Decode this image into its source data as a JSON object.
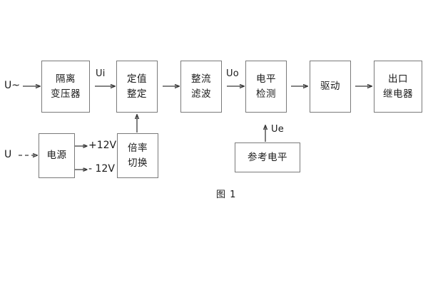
{
  "figure": {
    "caption": "图 1",
    "stroke_color": "#7a7a7a",
    "wire_color": "#3a3a3a",
    "background": "#ffffff"
  },
  "terminals": {
    "ac_input": "U~",
    "dc_input": "U"
  },
  "blocks": {
    "isolation_transformer": {
      "line1": "隔离",
      "line2": "变压器"
    },
    "setting_value": {
      "line1": "定值",
      "line2": "整定"
    },
    "rectify_filter": {
      "line1": "整流",
      "line2": "滤波"
    },
    "level_detect": {
      "line1": "电平",
      "line2": "检测"
    },
    "drive": {
      "line1": "驱动",
      "line2": ""
    },
    "output_relay": {
      "line1": "出口",
      "line2": "继电器"
    },
    "power_supply": {
      "line1": "电源",
      "line2": ""
    },
    "multiplier_switch": {
      "line1": "倍率",
      "line2": "切换"
    },
    "reference_level": {
      "line1": "参考电平",
      "line2": ""
    }
  },
  "signals": {
    "ui": "Ui",
    "uo": "Uo",
    "ue": "Ue",
    "rail_positive": "+12V",
    "rail_negative": "- 12V"
  }
}
